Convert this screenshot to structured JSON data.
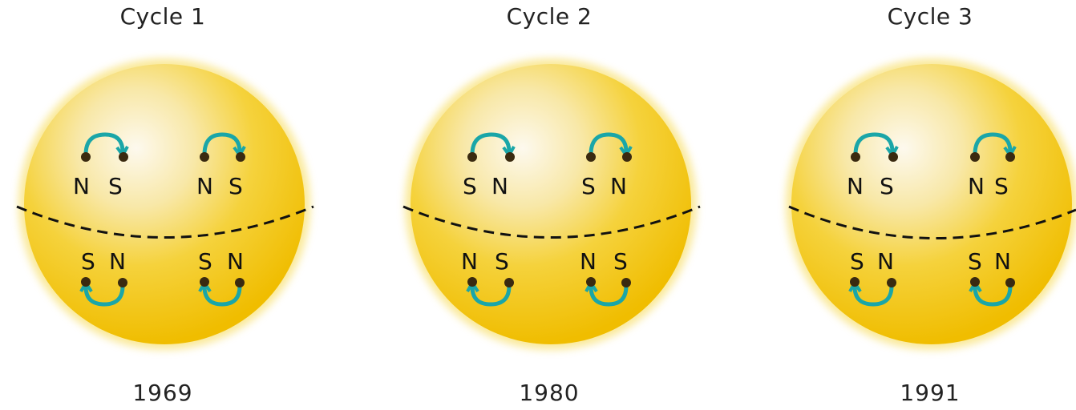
{
  "colors": {
    "sun_center": "#fbf6e6",
    "sun_mid": "#f8dc58",
    "sun_edge": "#f2c000",
    "loop": "#1aa6a8",
    "spot": "#3a2a10",
    "equator": "#111111"
  },
  "cycles": [
    {
      "title": "Cycle 1",
      "year": "1969",
      "north": [
        {
          "left": "N",
          "right": "S"
        },
        {
          "left": "N",
          "right": "S"
        }
      ],
      "south": [
        {
          "left": "S",
          "right": "N"
        },
        {
          "left": "S",
          "right": "N"
        }
      ]
    },
    {
      "title": "Cycle 2",
      "year": "1980",
      "north": [
        {
          "left": "S",
          "right": "N"
        },
        {
          "left": "S",
          "right": "N"
        }
      ],
      "south": [
        {
          "left": "N",
          "right": "S"
        },
        {
          "left": "N",
          "right": "S"
        }
      ]
    },
    {
      "title": "Cycle 3",
      "year": "1991",
      "north": [
        {
          "left": "N",
          "right": "S"
        },
        {
          "left": "N",
          "right": "S"
        }
      ],
      "south": [
        {
          "left": "S",
          "right": "N"
        },
        {
          "left": "S",
          "right": "N"
        }
      ]
    }
  ]
}
